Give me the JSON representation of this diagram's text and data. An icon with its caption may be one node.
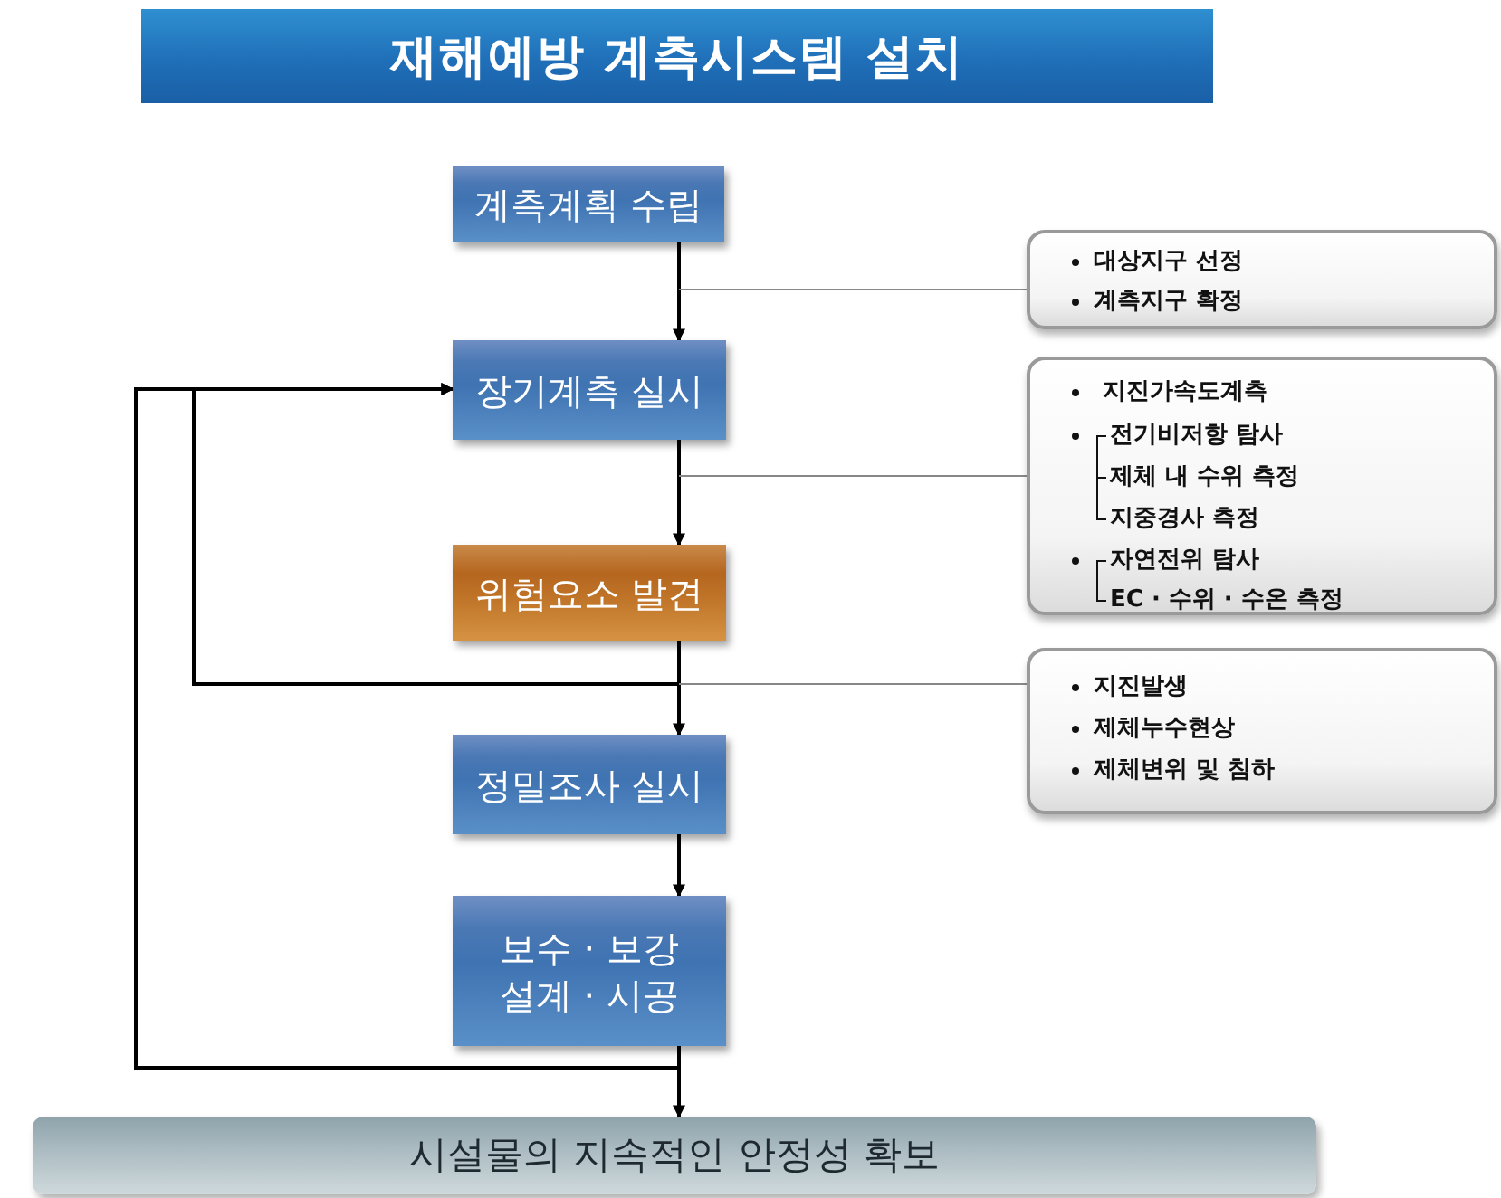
{
  "diagram": {
    "title": "재해예방 계측시스템 설치",
    "nodes": [
      {
        "text": [
          "계측계획 수립"
        ]
      },
      {
        "text": [
          "장기계측 실시"
        ]
      },
      {
        "text": [
          "위험요소 발견"
        ]
      },
      {
        "text": [
          "정밀조사 실시"
        ]
      },
      {
        "text": [
          "보수 · 보강 설계 · 시공"
        ]
      },
      {
        "text": [
          "시설물의 지속적인 안정성 확보"
        ]
      },
      {
        "text": [
          "대상지구 선정",
          "계측지구 확정"
        ]
      },
      {
        "text": [
          "지진가속도계측",
          "전기비저항 탐사",
          "제체 내 수위 측정",
          "지중경사 측정",
          "자연전위 탐사",
          "EC · 수위 · 수온 측정"
        ]
      },
      {
        "text": [
          "지진발생",
          "제체누수현상",
          "제체변위 및 침하"
        ]
      }
    ],
    "edges": [
      {
        "from": 0,
        "to": 1,
        "arrow": "to"
      },
      {
        "from": 1,
        "to": 2,
        "arrow": "to"
      },
      {
        "from": 2,
        "to": 3,
        "arrow": "to"
      },
      {
        "from": 3,
        "to": 4,
        "arrow": "to"
      },
      {
        "from": 4,
        "to": 5,
        "arrow": "to"
      },
      {
        "from": 2,
        "to": 1,
        "arrow": "to"
      },
      {
        "from": 4,
        "to": 1,
        "arrow": "to"
      },
      {
        "from": 6,
        "to": null,
        "arrow": "none",
        "color": "#888888"
      },
      {
        "from": 7,
        "to": null,
        "arrow": "none",
        "color": "#888888"
      },
      {
        "from": 8,
        "to": null,
        "arrow": "none",
        "color": "#888888"
      }
    ]
  }
}
